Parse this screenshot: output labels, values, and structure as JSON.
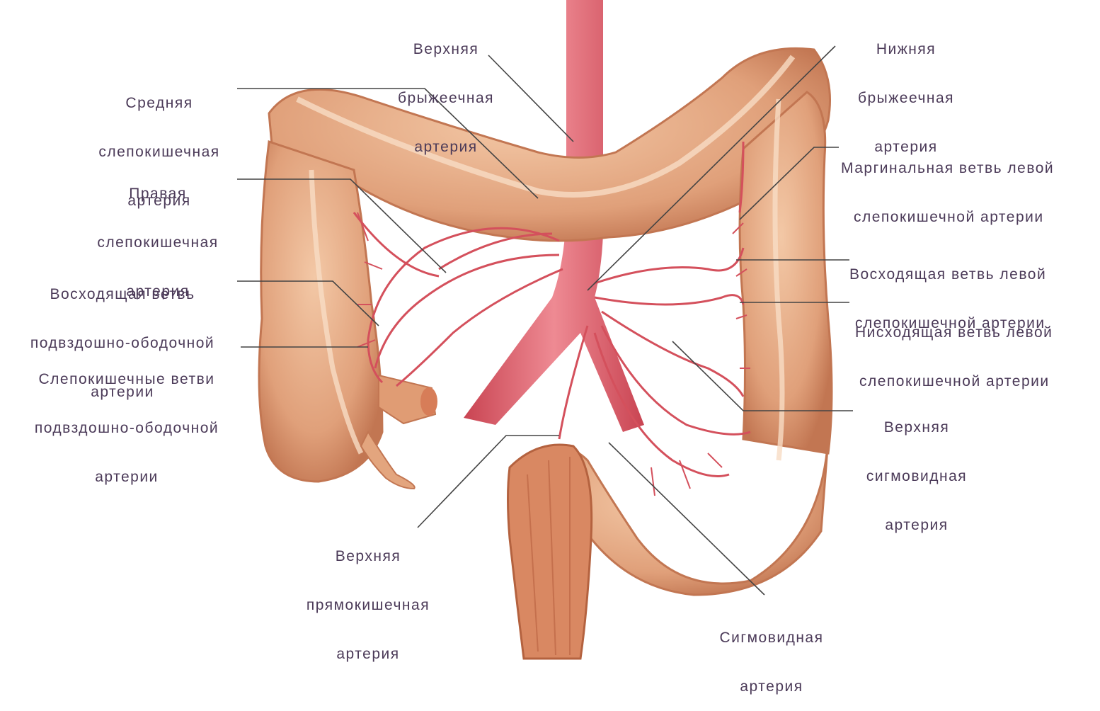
{
  "colors": {
    "colon_fill": "#e2a27a",
    "colon_dark": "#c47a55",
    "colon_light": "#f2c9a8",
    "artery": "#d4505c",
    "artery_light": "#ec8a92",
    "leader_line": "#444444",
    "label_text": "#4b3a58",
    "background": "#ffffff"
  },
  "labels": {
    "superior_mesenteric": [
      "Верхняя",
      "брыжеечная",
      "артерия"
    ],
    "inferior_mesenteric": [
      "Нижняя",
      "брыжеечная",
      "артерия"
    ],
    "middle_colic": [
      "Средняя",
      "слепокишечная",
      "артерия"
    ],
    "right_colic": [
      "Правая",
      "слепокишечная",
      "артерия"
    ],
    "marginal_left_colic": [
      "Маргинальная ветвь левой",
      "слепокишечной артерии"
    ],
    "ascending_ileocolic": [
      "Восходящая ветвь",
      "подвздошно-ободочной",
      "артерии"
    ],
    "ascending_left_colic": [
      "Восходящая ветвь левой",
      "слепокишечной артерии"
    ],
    "descending_left_colic": [
      "Нисходящая ветвь левой",
      "слепокишечной артерии"
    ],
    "colic_ileocolic": [
      "Слепокишечные ветви",
      "подвздошно-ободочной",
      "артерии"
    ],
    "superior_sigmoid": [
      "Верхняя",
      "сигмовидная",
      "артерия"
    ],
    "superior_rectal": [
      "Верхняя",
      "прямокишечная",
      "артерия"
    ],
    "sigmoid": [
      "Сигмовидная",
      "артерия"
    ]
  }
}
